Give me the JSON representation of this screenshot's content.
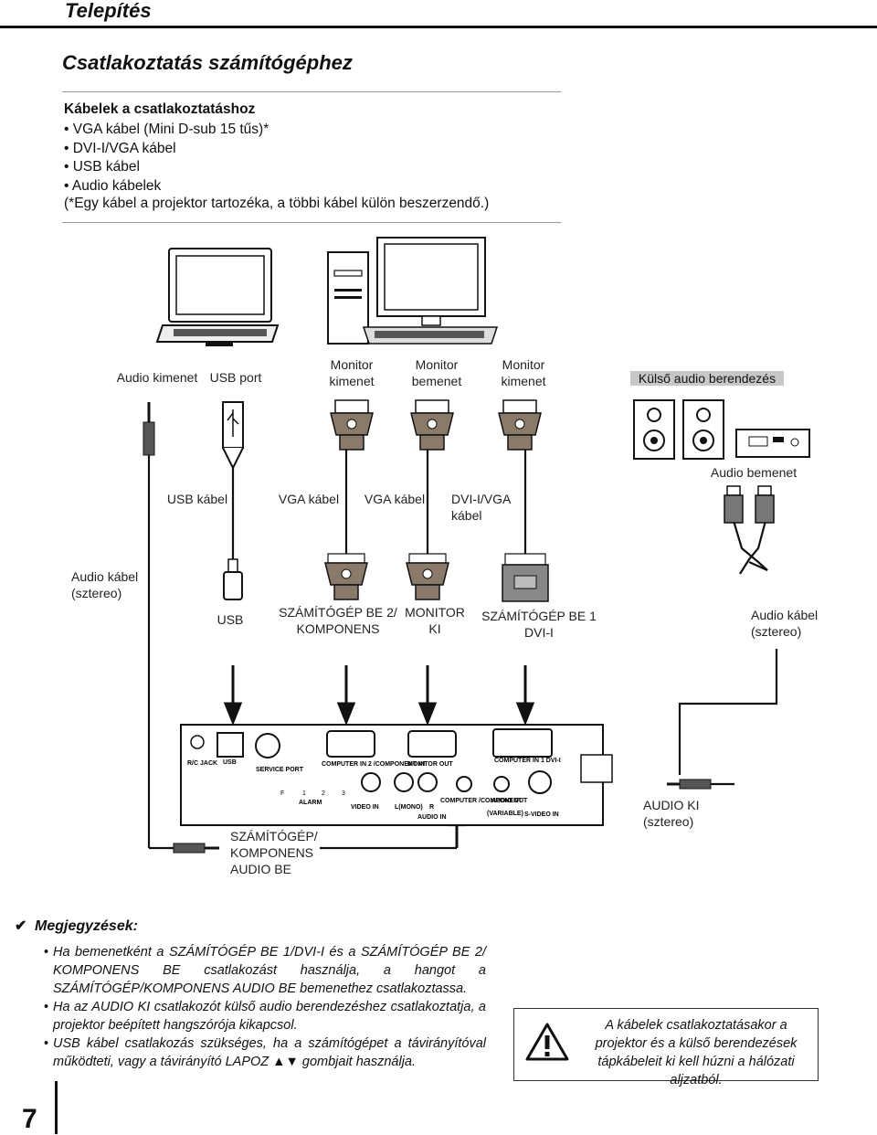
{
  "header": {
    "title": "Telepítés"
  },
  "section": {
    "title": "Csatlakoztatás számítógéphez"
  },
  "cables": {
    "title": "Kábelek a csatlakoztatáshoz",
    "items": [
      "• VGA kábel (Mini D-sub 15 tűs)*",
      "• DVI-I/VGA kábel",
      "• USB kábel",
      "• Audio kábelek"
    ],
    "note": "(*Egy kábel a projektor tartozéka, a többi kábel külön beszerzendő.)"
  },
  "diagram": {
    "audio_out": "Audio kimenet",
    "usb_port": "USB port",
    "monitor_out_1": "Monitor kimenet",
    "monitor_in": "Monitor bemenet",
    "monitor_out_2": "Monitor kimenet",
    "ext_audio": "Külső audio berendezés",
    "audio_in": "Audio bemenet",
    "usb_cable": "USB kábel",
    "vga_cable_1": "VGA kábel",
    "vga_cable_2": "VGA kábel",
    "dvi_vga_cable": "DVI-I/VGA kábel",
    "audio_cable_left": "Audio kábel (sztereo)",
    "usb": "USB",
    "computer_in_2": "SZÁMÍTÓGÉP BE 2/ KOMPONENS",
    "monitor_out_port": "MONITOR KI",
    "computer_in_1": "SZÁMÍTÓGÉP BE 1 DVI-I",
    "audio_cable_right": "Audio kábel (sztereo)",
    "computer_audio_in": "SZÁMÍTÓGÉP/ KOMPONENS AUDIO BE",
    "audio_out_port": "AUDIO KI (sztereo)",
    "panel": {
      "rc_jack": "R/C JACK",
      "usb": "USB",
      "service_port": "SERVICE PORT",
      "computer_in_2": "COMPUTER IN 2 /COMPONENT IN",
      "monitor_out": "MONITOR OUT",
      "computer_in_1": "COMPUTER IN 1 DVI-I",
      "alarm": "ALARM",
      "video_in": "VIDEO IN",
      "l_mono": "L(MONO)",
      "r": "R",
      "computer_component": "COMPUTER /COMPONENT",
      "audio_out": "AUDIO OUT",
      "variable": "(VARIABLE)",
      "s_video_in": "S-VIDEO IN",
      "audio_in": "AUDIO IN",
      "f": "F",
      "n1": "1",
      "n2": "2",
      "n3": "3"
    }
  },
  "notes": {
    "title": "Megjegyzések:",
    "items": [
      "Ha bemenetként a SZÁMÍTÓGÉP BE 1/DVI-I és a SZÁMÍTÓGÉP BE 2/ KOMPONENS BE csatlakozást használja, a hangot a SZÁMÍTÓGÉP/KOMPONENS AUDIO BE bemenethez csatlakoztassa.",
      "Ha az AUDIO KI csatlakozót külső audio berendezéshez csatlakoztatja, a projektor beépített hangszórója kikapcsol.",
      "USB kábel csatlakozás szükséges, ha a számítógépet a távirányítóval működteti, vagy a távirányító LAPOZ ▲▼ gombjait használja."
    ]
  },
  "warning": {
    "text": "A kábelek csatlakoztatásakor a projektor és a külső berendezések tápkábeleit ki kell húzni a hálózati aljzatból."
  },
  "page": {
    "number": "7"
  }
}
